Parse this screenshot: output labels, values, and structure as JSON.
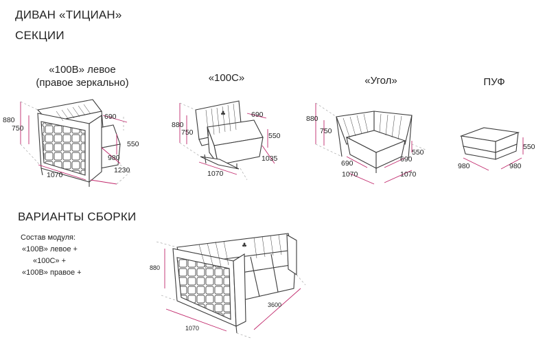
{
  "header": {
    "title": "ДИВАН «ТИЦИАН»",
    "sections_title": "СЕКЦИИ",
    "variants_title": "ВАРИАНТЫ СБОРКИ"
  },
  "modules": [
    {
      "label_line1": "«100B» левое",
      "label_line2": "(правое зеркально)",
      "dims": {
        "height_total": "880",
        "height_back": "750",
        "depth_seat": "690",
        "seat_height": "550",
        "depth": "980",
        "length": "1230",
        "width": "1070"
      }
    },
    {
      "label_line1": "«100C»",
      "dims": {
        "height_total": "880",
        "height_back": "750",
        "depth_seat": "690",
        "seat_height": "550",
        "depth": "1035",
        "width": "1070"
      }
    },
    {
      "label_line1": "«Угол»",
      "dims": {
        "height_total": "880",
        "height_back": "750",
        "depth_left": "690",
        "depth_right": "690",
        "seat_height": "550",
        "width_left": "1070",
        "width_right": "1070"
      }
    },
    {
      "label_line1": "ПУФ",
      "dims": {
        "height": "550",
        "width": "980",
        "depth": "980"
      }
    }
  ],
  "assembly": {
    "caption_line1": "Состав модуля:",
    "caption_line2": "«100B» левое +",
    "caption_line3": "«100C» +",
    "caption_line4": "«100B» правое +",
    "dims": {
      "height": "880",
      "length": "3600",
      "width": "1070"
    }
  },
  "colors": {
    "dimension_line": "#c0266a",
    "outline": "#3a3a3a",
    "text": "#222222"
  }
}
